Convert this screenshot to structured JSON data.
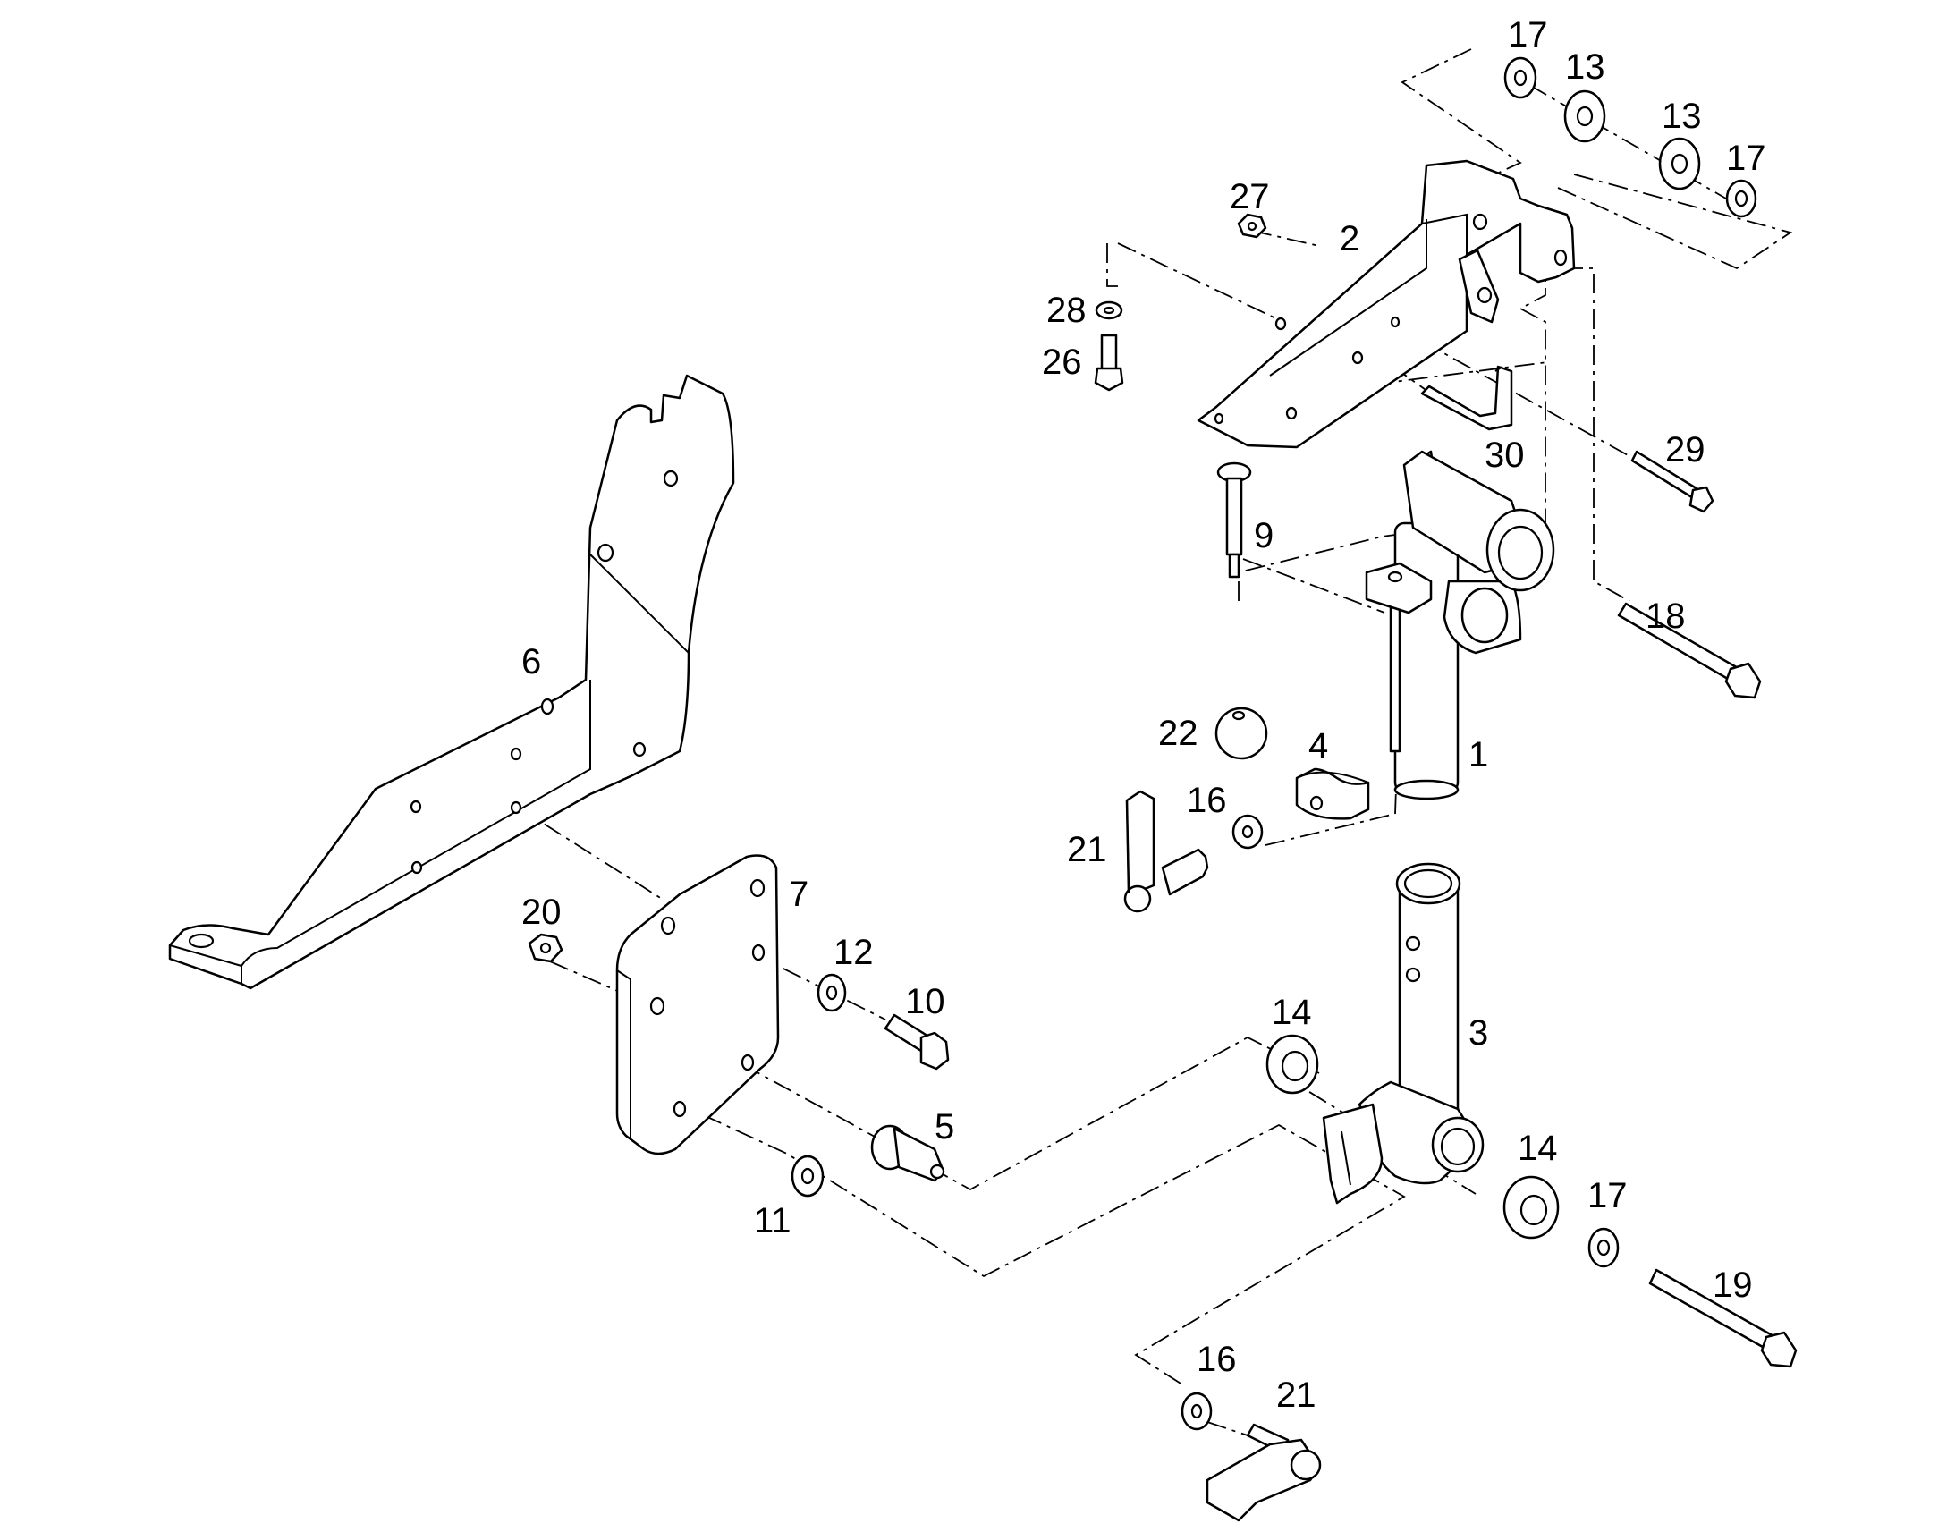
{
  "callouts": [
    {
      "id": "c17a",
      "text": "17"
    },
    {
      "id": "c13a",
      "text": "13"
    },
    {
      "id": "c13b",
      "text": "13"
    },
    {
      "id": "c17b",
      "text": "17"
    },
    {
      "id": "c27",
      "text": "27"
    },
    {
      "id": "c2",
      "text": "2"
    },
    {
      "id": "c28",
      "text": "28"
    },
    {
      "id": "c26",
      "text": "26"
    },
    {
      "id": "c30",
      "text": "30"
    },
    {
      "id": "c29",
      "text": "29"
    },
    {
      "id": "c9",
      "text": "9"
    },
    {
      "id": "c18",
      "text": "18"
    },
    {
      "id": "c6",
      "text": "6"
    },
    {
      "id": "c22",
      "text": "22"
    },
    {
      "id": "c4",
      "text": "4"
    },
    {
      "id": "c1",
      "text": "1"
    },
    {
      "id": "c16a",
      "text": "16"
    },
    {
      "id": "c21a",
      "text": "21"
    },
    {
      "id": "c7",
      "text": "7"
    },
    {
      "id": "c20",
      "text": "20"
    },
    {
      "id": "c12",
      "text": "12"
    },
    {
      "id": "c10",
      "text": "10"
    },
    {
      "id": "c14a",
      "text": "14"
    },
    {
      "id": "c3",
      "text": "3"
    },
    {
      "id": "c5",
      "text": "5"
    },
    {
      "id": "c14b",
      "text": "14"
    },
    {
      "id": "c17c",
      "text": "17"
    },
    {
      "id": "c11",
      "text": "11"
    },
    {
      "id": "c19",
      "text": "19"
    },
    {
      "id": "c16b",
      "text": "16"
    },
    {
      "id": "c21b",
      "text": "21"
    }
  ]
}
